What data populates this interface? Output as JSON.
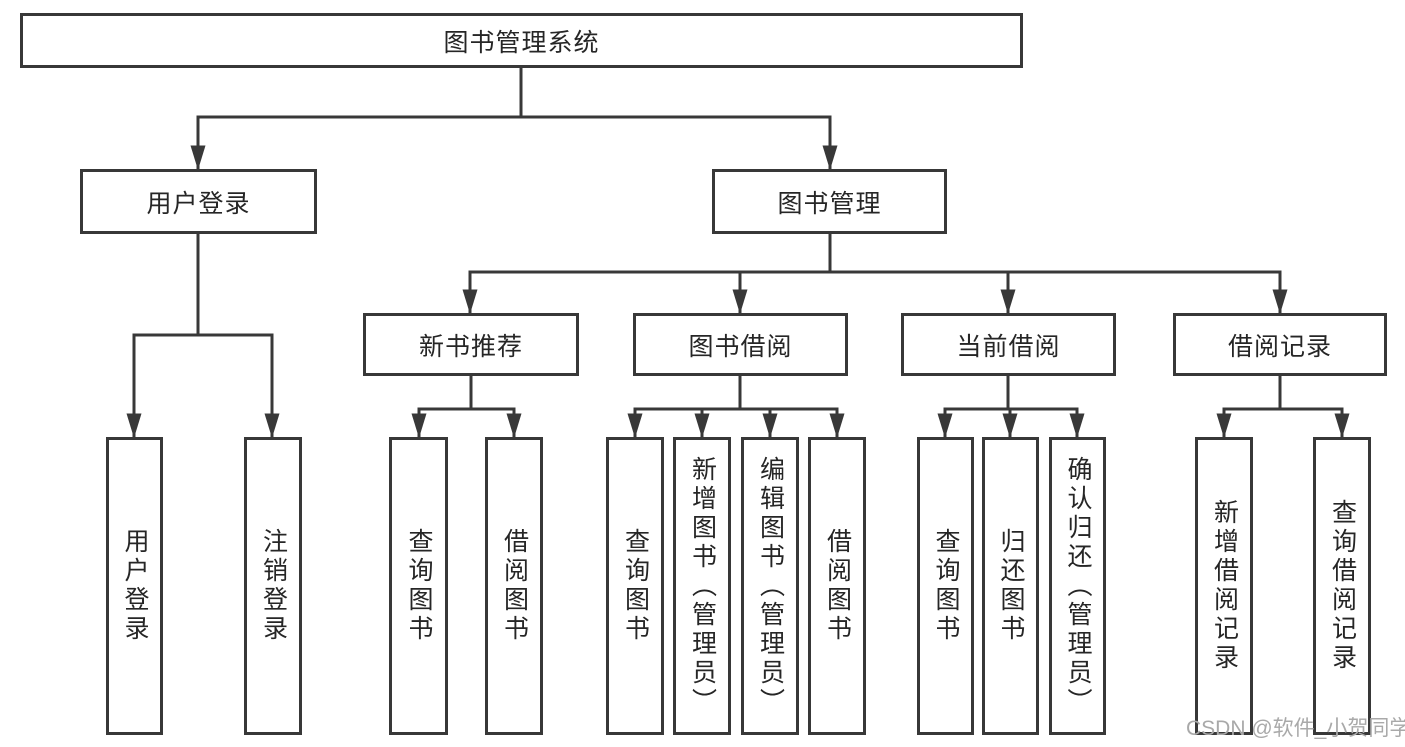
{
  "tree": {
    "root": {
      "label": "图书管理系统"
    },
    "branches": [
      {
        "label": "用户登录",
        "children": [
          {
            "label": "用户登录"
          },
          {
            "label": "注销登录"
          }
        ]
      },
      {
        "label": "图书管理",
        "children": [
          {
            "label": "新书推荐",
            "children": [
              {
                "label": "查询图书"
              },
              {
                "label": "借阅图书"
              }
            ]
          },
          {
            "label": "图书借阅",
            "children": [
              {
                "label": "查询图书"
              },
              {
                "label": "新增图书（管理员）"
              },
              {
                "label": "编辑图书（管理员）"
              },
              {
                "label": "借阅图书"
              }
            ]
          },
          {
            "label": "当前借阅",
            "children": [
              {
                "label": "查询图书"
              },
              {
                "label": "归还图书"
              },
              {
                "label": "确认归还（管理员）"
              }
            ]
          },
          {
            "label": "借阅记录",
            "children": [
              {
                "label": "新增借阅记录"
              },
              {
                "label": "查询借阅记录"
              }
            ]
          }
        ]
      }
    ]
  },
  "watermark": {
    "text": "CSDN @软件_小贺同学"
  },
  "colors": {
    "line": "#383838",
    "text": "#262626",
    "box_fill": "#ffffff",
    "watermark": "#a9a9a9",
    "background": "#ffffff"
  }
}
